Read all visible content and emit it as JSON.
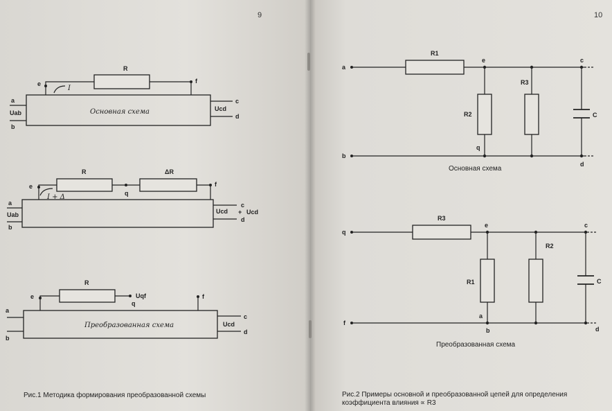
{
  "pages": {
    "left_number": "9",
    "right_number": "10"
  },
  "fig1": {
    "caption": "Рис.1 Методика формирования преобразованной схемы",
    "diagram_a": {
      "box_label": "Основная схема",
      "resistor": "R",
      "node_e": "e",
      "node_f": "f",
      "current": "I",
      "node_a": "a",
      "node_b": "b",
      "input_voltage": "Uab",
      "output_voltage": "Ucd",
      "node_c": "c",
      "node_d": "d"
    },
    "diagram_b": {
      "resistor": "R",
      "resistor_delta": "ΔR",
      "node_e": "e",
      "node_q": "q",
      "node_f": "f",
      "current": "I + Δ",
      "node_a": "a",
      "node_b": "b",
      "input_voltage": "Uab",
      "output_voltage": "Ucd",
      "plus": "+",
      "output_voltage_2": "Ucd",
      "node_c": "c",
      "node_d": "d"
    },
    "diagram_c": {
      "box_label": "Преобразованная схема",
      "resistor": "R",
      "node_e": "e",
      "node_q": "q",
      "voltage_qf": "Uqf",
      "node_f": "f",
      "node_a": "a",
      "node_b": "b",
      "output_voltage": "Ucd",
      "node_c": "c",
      "node_d": "d"
    }
  },
  "fig2": {
    "caption_line1": "Рис.2 Примеры основной и преобразованной цепей для определения",
    "caption_line2": "коэффициента влияния",
    "caption_symbol": "∝ R3",
    "top": {
      "title": "Основная схема",
      "r_series": "R1",
      "r_shunt_1": "R2",
      "r_shunt_2": "R3",
      "capacitor": "C",
      "node_a": "a",
      "node_b": "b",
      "node_e": "e",
      "node_q": "q",
      "node_c": "c",
      "node_d": "d"
    },
    "bottom": {
      "title": "Преобразованная схема",
      "r_series": "R3",
      "r_shunt_1": "R1",
      "r_shunt_2": "R2",
      "capacitor": "C",
      "node_q": "q",
      "node_f": "f",
      "node_e": "e",
      "node_a": "a",
      "node_b": "b",
      "node_c": "c",
      "node_d": "d"
    }
  }
}
